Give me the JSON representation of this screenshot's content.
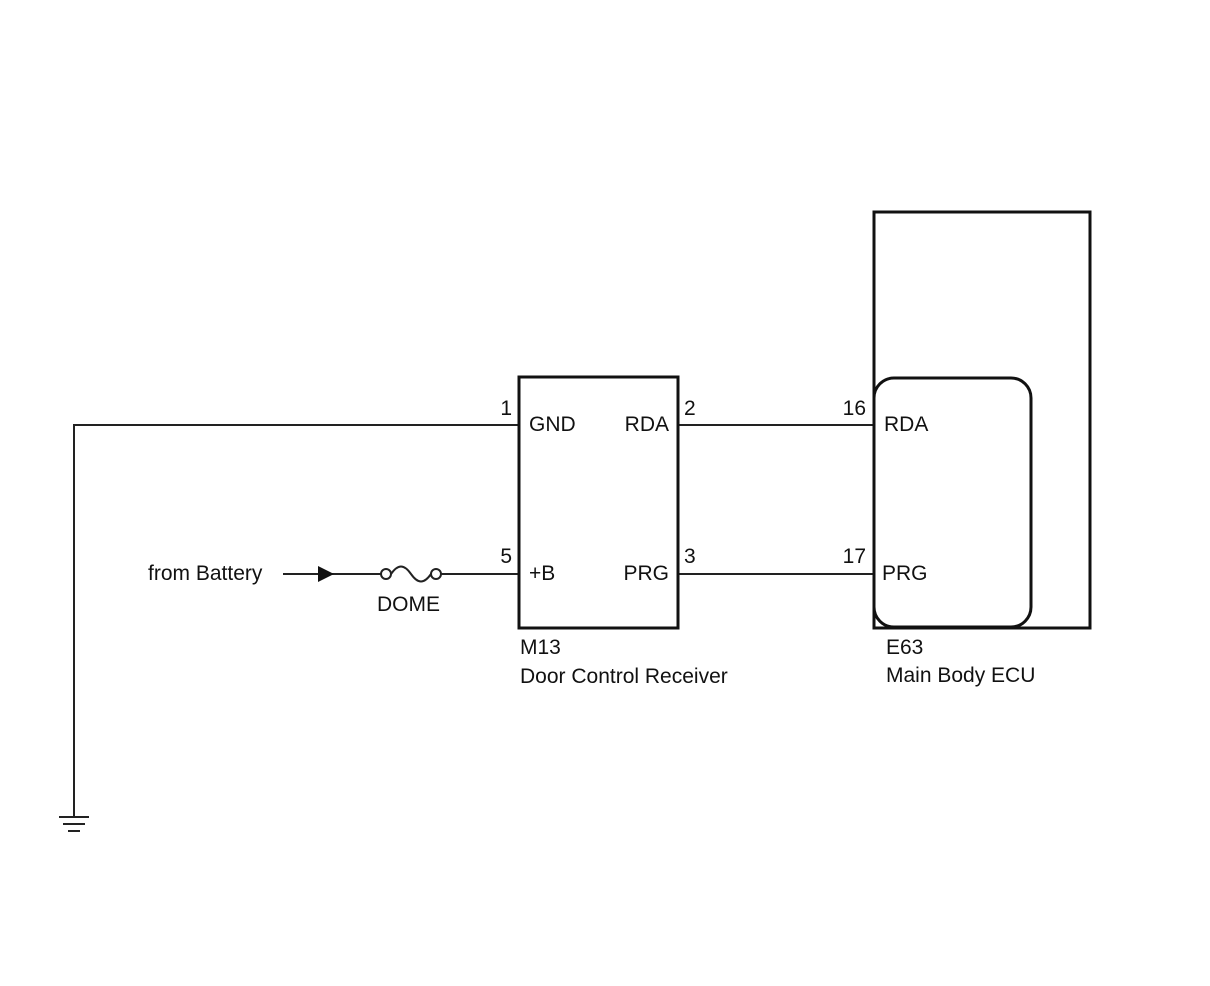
{
  "battery_source": {
    "label": "from Battery"
  },
  "fuse": {
    "label": "DOME"
  },
  "receiver": {
    "connector": "M13",
    "name": "Door Control Receiver",
    "pins": {
      "gnd": {
        "number": "1",
        "label": "GND"
      },
      "b": {
        "number": "5",
        "label": "+B"
      },
      "rda": {
        "number": "2",
        "label": "RDA"
      },
      "prg": {
        "number": "3",
        "label": "PRG"
      }
    }
  },
  "ecu": {
    "connector": "E63",
    "name": "Main Body ECU",
    "pins": {
      "rda": {
        "number": "16",
        "label": "RDA"
      },
      "prg": {
        "number": "17",
        "label": "PRG"
      }
    }
  },
  "colors": {
    "line": "#222222",
    "text": "#111111",
    "background": "#ffffff"
  }
}
